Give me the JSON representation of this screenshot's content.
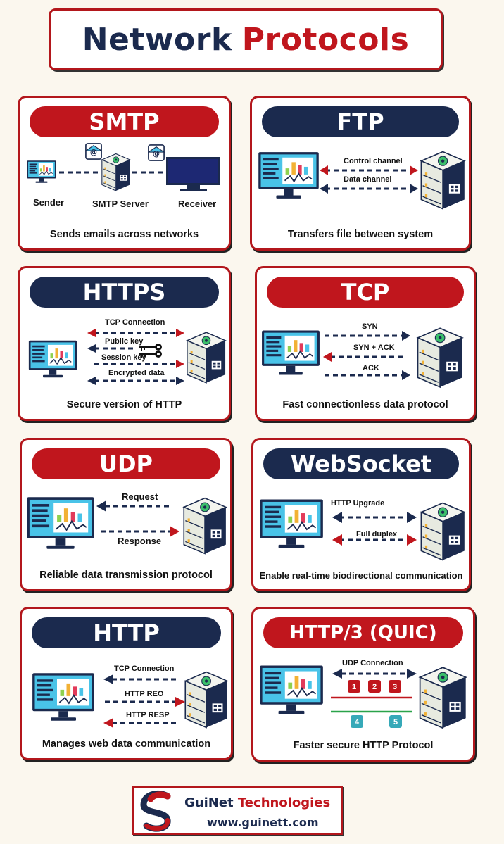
{
  "title": {
    "part1": "Network",
    "part2": "Protocols"
  },
  "colors": {
    "red": "#c0161d",
    "navy": "#1b2a4e",
    "monitor": "#49c3e8",
    "server": "#e9ece4"
  },
  "cards": {
    "smtp": {
      "title": "SMTP",
      "desc": "Sends emails across networks",
      "labels": [
        "Sender",
        "SMTP Server",
        "Receiver"
      ]
    },
    "ftp": {
      "title": "FTP",
      "desc": "Transfers file between system",
      "labels": [
        "Control channel",
        "Data channel"
      ]
    },
    "https": {
      "title": "HTTPS",
      "desc": "Secure version of HTTP",
      "labels": [
        "TCP Connection",
        "Public key",
        "Session key",
        "Encrypted data"
      ]
    },
    "tcp": {
      "title": "TCP",
      "desc": "Fast connectionless data protocol",
      "labels": [
        "SYN",
        "SYN + ACK",
        "ACK"
      ]
    },
    "udp": {
      "title": "UDP",
      "desc": "Reliable data transmission protocol",
      "labels": [
        "Request",
        "Response"
      ]
    },
    "websocket": {
      "title": "WebSocket",
      "desc": "Enable real-time biodirectional communication",
      "labels": [
        "HTTP Upgrade",
        "Full duplex"
      ]
    },
    "http": {
      "title": "HTTP",
      "desc": "Manages web data communication",
      "labels": [
        "TCP Connection",
        "HTTP REO",
        "HTTP RESP"
      ]
    },
    "quic": {
      "title": "HTTP/3 (QUIC)",
      "desc": "Faster secure HTTP  Protocol",
      "labels": [
        "UDP Connection"
      ],
      "packets": [
        "1",
        "2",
        "3",
        "4",
        "5"
      ]
    }
  },
  "footer": {
    "brand1": "GuiNet",
    "brand2": "Technologies",
    "url": "www.guinett.com"
  },
  "icons": [
    "email-icon",
    "monitor-icon",
    "server-icon",
    "key-icon",
    "logo-icon"
  ]
}
